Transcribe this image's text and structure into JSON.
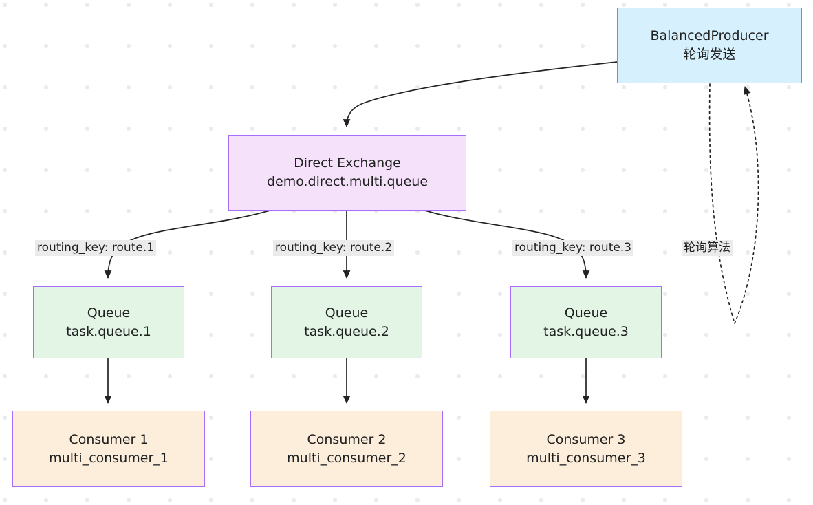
{
  "diagram": {
    "title": "RabbitMQ Direct Exchange multi-queue routing",
    "background": "#ffffff",
    "dot_color": "#ebebeb",
    "edge_color": "#232323",
    "node_border_color": "#a66efa",
    "nodes": {
      "producer": {
        "line1": "BalancedProducer",
        "line2": "轮询发送",
        "fill": "#d7f0fd"
      },
      "exchange": {
        "line1": "Direct Exchange",
        "line2": "demo.direct.multi.queue",
        "fill": "#f5e2fa"
      },
      "queues": [
        {
          "line1": "Queue",
          "line2": "task.queue.1",
          "fill": "#e3f5e5"
        },
        {
          "line1": "Queue",
          "line2": "task.queue.2",
          "fill": "#e3f5e5"
        },
        {
          "line1": "Queue",
          "line2": "task.queue.3",
          "fill": "#e3f5e5"
        }
      ],
      "consumers": [
        {
          "line1": "Consumer 1",
          "line2": "multi_consumer_1",
          "fill": "#fdeedb"
        },
        {
          "line1": "Consumer 2",
          "line2": "multi_consumer_2",
          "fill": "#fdeedb"
        },
        {
          "line1": "Consumer 3",
          "line2": "multi_consumer_3",
          "fill": "#fdeedb"
        }
      ]
    },
    "edge_labels": {
      "route1": "routing_key: route.1",
      "route2": "routing_key: route.2",
      "route3": "routing_key: route.3",
      "round_robin": "轮询算法"
    }
  }
}
